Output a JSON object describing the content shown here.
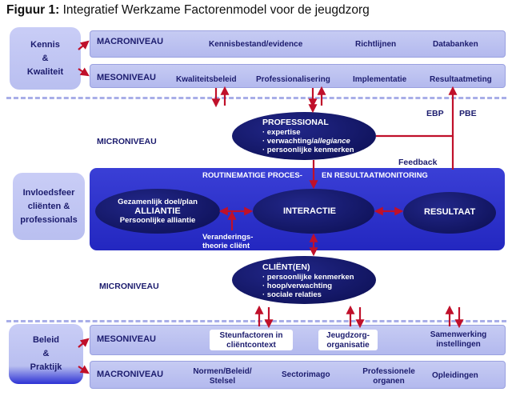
{
  "title": {
    "prefix": "Figuur 1:",
    "text": "Integratief Werkzame Factorenmodel voor de jeugdzorg"
  },
  "left": {
    "kennis_line1": "Kennis",
    "kennis_line2": "&",
    "kennis_line3": "Kwaliteit",
    "invloed_line1": "Invloedsfeer",
    "invloed_line2": "cliënten &",
    "invloed_line3": "professionals",
    "beleid_line1": "Beleid",
    "beleid_line2": "&",
    "beleid_line3": "Praktijk"
  },
  "top_macro": {
    "level": "MACRONIVEAU",
    "items": [
      "Kennisbestand/evidence",
      "Richtlijnen",
      "Databanken"
    ]
  },
  "top_meso": {
    "level": "MESONIVEAU",
    "items": [
      "Kwaliteitsbeleid",
      "Professionalisering",
      "Implementatie",
      "Resultaatmeting"
    ]
  },
  "ebp": "EBP",
  "pbe": "PBE",
  "feedback": "Feedback",
  "micro_top": "MICRONIVEAU",
  "micro_bottom": "MICRONIVEAU",
  "professional": {
    "title": "PROFESSIONAL",
    "items": [
      "· expertise",
      "· verwachting/",
      "allegiance",
      "· persoonlijke kenmerken"
    ]
  },
  "routine": {
    "part1": "ROUTINEMATIGE PROCES-",
    "part2": "EN RESULTAATMONITORING"
  },
  "alliantie": {
    "line1": "Gezamenlijk doel/plan",
    "line2": "ALLIANTIE",
    "line3": "Persoonlijke alliantie"
  },
  "interactie": "INTERACTIE",
  "resultaat": "RESULTAAT",
  "veranderings": {
    "line1": "Veranderings-",
    "line2": "theorie cliënt"
  },
  "client": {
    "title": "CLIËNT(EN)",
    "items": [
      "· persoonlijke kenmerken",
      "· hoop/verwachting",
      "· sociale relaties"
    ]
  },
  "bottom_meso": {
    "level": "MESONIVEAU",
    "steun_line1": "Steunfactoren in",
    "steun_line2": "cliëntcontext",
    "jeugd_line1": "Jeugdzorg-",
    "jeugd_line2": "organisatie",
    "samen_line1": "Samenwerking",
    "samen_line2": "instellingen"
  },
  "bottom_macro": {
    "level": "MACRONIVEAU",
    "normen_line1": "Normen/Beleid/",
    "normen_line2": "Stelsel",
    "sector": "Sectorimago",
    "prof_line1": "Professionele",
    "prof_line2": "organen",
    "opleidingen": "Opleidingen"
  },
  "colors": {
    "arrow": "#c0102a",
    "bar": "#bfc4f2",
    "panel": "#2a2fcc",
    "ellipse": "#0f1360",
    "text": "#1c1c6e"
  }
}
